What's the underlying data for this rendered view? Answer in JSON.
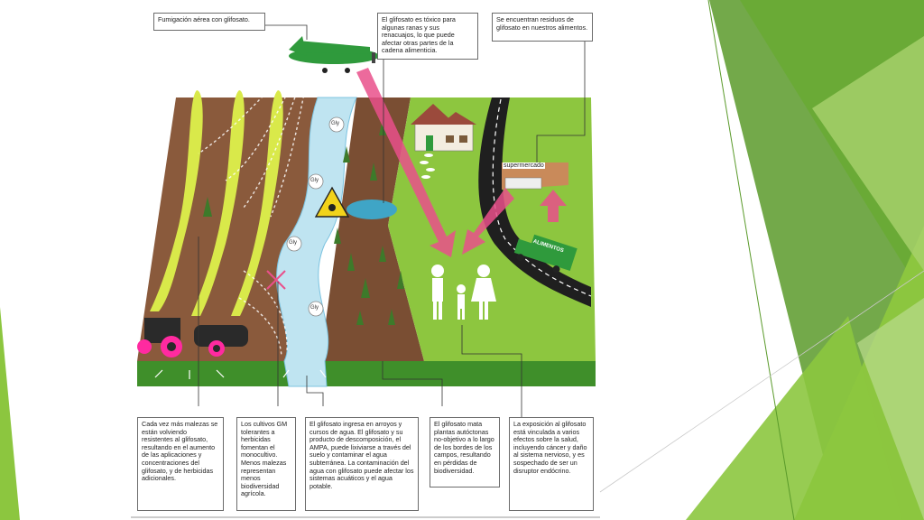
{
  "slide": {
    "accent_colors": [
      "#8cc63f",
      "#5a9a2a",
      "#b7d98a"
    ]
  },
  "diagram": {
    "callouts": {
      "aerial": "Fumigación aérea con glifosato.",
      "toxic": "El glifosato es tóxico para algunas ranas y sus renacuajos, lo que puede afectar otras partes de la cadena alimenticia.",
      "residues": "Se encuentran residuos de glifosato en nuestros alimentos.",
      "weeds": "Cada vez más malezas se están volviendo resistentes al glifosato, resultando en el aumento de las aplicaciones y concentraciones del glifosato, y de herbicidas adicionales.",
      "gm_crops": "Los cultivos GM tolerantes a herbicidas fomentan el monocultivo. Menos malezas representan menos biodiversidad agrícola.",
      "water": "El glifosato ingresa en arroyos y cursos de agua. El glifosato y su producto de descomposición, el AMPA, puede lixiviarse a través del suelo y contaminar el agua subterránea. La contaminación del agua con glifosato puede afectar los sistemas acuáticos y el agua potable.",
      "native_plants": "El glifosato mata plantas autóctonas no-objetivo a lo largo de los bordes de los campos, resultando en pérdidas de biodiversidad.",
      "exposure": "La exposición al glifosato está vinculada a varios efectos sobre la salud, incluyendo cáncer y daño al sistema nervioso, y es sospechado de ser un disruptor endócrino."
    },
    "labels": {
      "gly": "Gly",
      "supermarket": "supermercado",
      "truck": "ALIMENTOS"
    }
  }
}
